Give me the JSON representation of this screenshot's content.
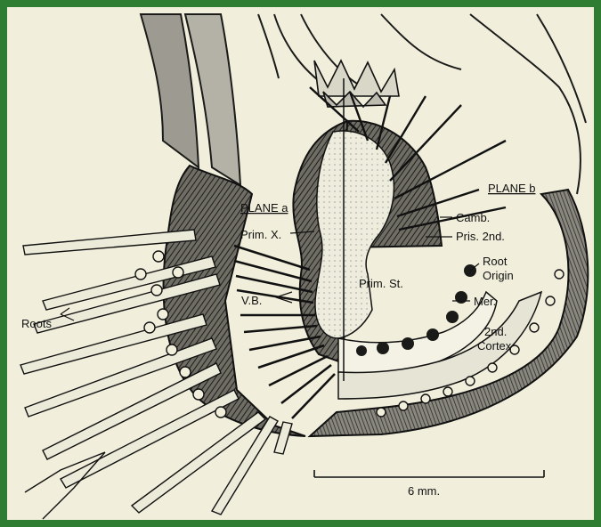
{
  "labels": {
    "plane_a": "PLANE a",
    "plane_b": "PLANE b",
    "prim_x": "Prim. X.",
    "vb": "V.B.",
    "roots": "Roots",
    "prim_st": "Prim. St.",
    "camb": "Camb.",
    "pris_2nd": "Pris. 2nd.",
    "root": "Root",
    "origin": "Origin",
    "mer": "Mer.",
    "second": "2nd.",
    "cortex": "Cortex"
  },
  "scale_bar": {
    "label": "6 mm."
  },
  "colors": {
    "frame_border": "#2e7d32",
    "paper": "#f1efdc",
    "ink": "#111111"
  }
}
